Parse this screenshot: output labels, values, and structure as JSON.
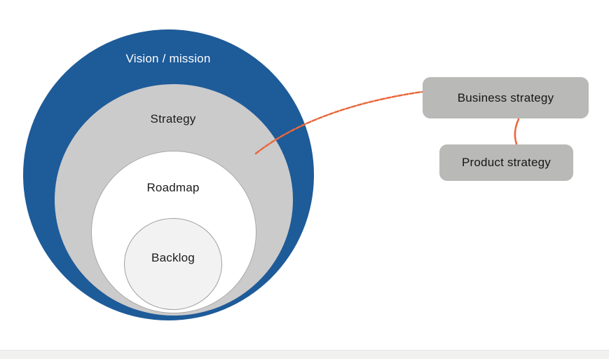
{
  "diagram": {
    "circles": [
      {
        "id": "vision-mission",
        "label": "Vision / mission",
        "fill": "#1E5B99",
        "text_color": "#FFFFFF"
      },
      {
        "id": "strategy",
        "label": "Strategy",
        "fill": "#CBCBCB",
        "text_color": "#1C1C1C"
      },
      {
        "id": "roadmap",
        "label": "Roadmap",
        "fill": "#FFFFFF",
        "text_color": "#1C1C1C"
      },
      {
        "id": "backlog",
        "label": "Backlog",
        "fill": "#F2F2F2",
        "text_color": "#1C1C1C"
      }
    ],
    "boxes": [
      {
        "id": "business-strategy",
        "label": "Business strategy",
        "fill": "#B9BAB8"
      },
      {
        "id": "product-strategy",
        "label": "Product strategy",
        "fill": "#B9BAB8"
      }
    ],
    "connectors": {
      "color": "#E8683C",
      "strategy_to_business": "annotation line from Strategy ring to Business strategy box",
      "business_to_product": "annotation line from Business strategy box to Product strategy box"
    }
  }
}
